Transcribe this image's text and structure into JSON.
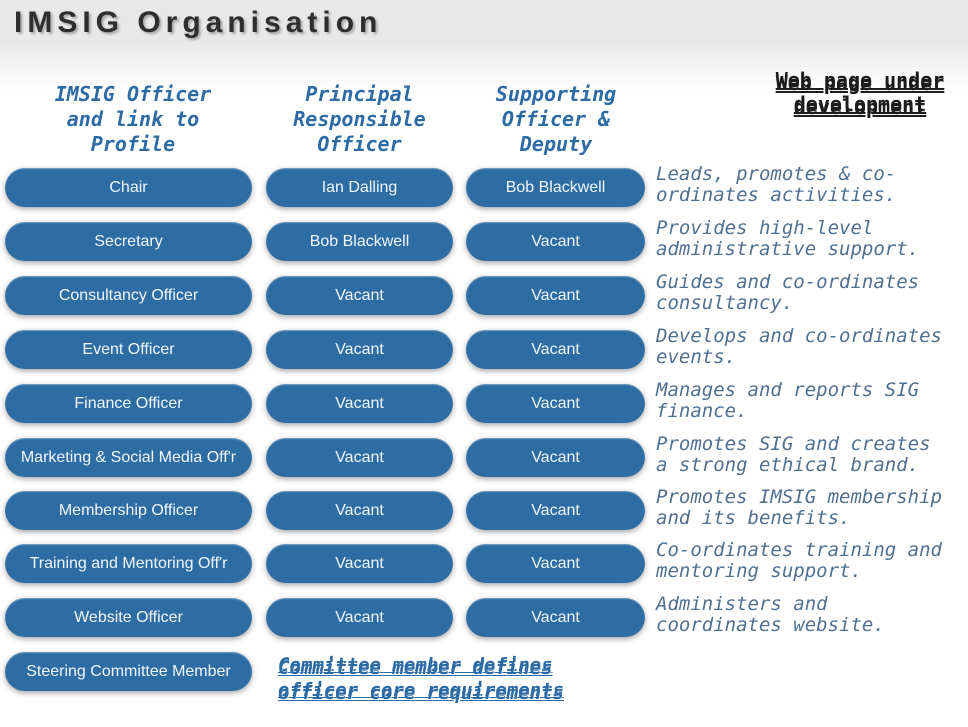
{
  "title": "IMSIG Organisation",
  "banner_note": "Web page under\ndevelopment",
  "columns": {
    "officer_header": "IMSIG Officer\nand link to\nProfile",
    "principal_header": "Principal\nResponsible\nOfficer",
    "supporting_header": "Supporting\nOfficer &\nDeputy"
  },
  "rows": [
    {
      "role": "Chair",
      "principal": "Ian Dalling",
      "supporting": "Bob Blackwell",
      "description": "Leads, promotes & co-\nordinates activities."
    },
    {
      "role": "Secretary",
      "principal": "Bob Blackwell",
      "supporting": "Vacant",
      "description": "Provides high-level\nadministrative support."
    },
    {
      "role": "Consultancy Officer",
      "principal": "Vacant",
      "supporting": "Vacant",
      "description": "Guides and co-ordinates\nconsultancy."
    },
    {
      "role": "Event Officer",
      "principal": "Vacant",
      "supporting": "Vacant",
      "description": "Develops and co-ordinates\nevents."
    },
    {
      "role": "Finance Officer",
      "principal": "Vacant",
      "supporting": "Vacant",
      "description": "Manages and reports SIG\nfinance."
    },
    {
      "role": "Marketing & Social Media Off'r",
      "principal": "Vacant",
      "supporting": "Vacant",
      "description": "Promotes SIG and creates\na strong ethical brand."
    },
    {
      "role": "Membership Officer",
      "principal": "Vacant",
      "supporting": "Vacant",
      "description": "Promotes IMSIG membership\nand its benefits."
    },
    {
      "role": "Training and Mentoring Off'r",
      "principal": "Vacant",
      "supporting": "Vacant",
      "description": "Co-ordinates training and\nmentoring support."
    },
    {
      "role": "Website Officer",
      "principal": "Vacant",
      "supporting": "Vacant",
      "description": "Administers and\ncoordinates website."
    }
  ],
  "steering": {
    "role": "Steering Committee Member",
    "note": "Committee member defines\nofficer core requirements"
  },
  "colors": {
    "pill_blue": "#2e6da3",
    "header_blue": "#2d6ba5",
    "description_slate": "#51708f",
    "note_black": "#1c1c1c",
    "top_band_grey": "#e8e8e8"
  }
}
